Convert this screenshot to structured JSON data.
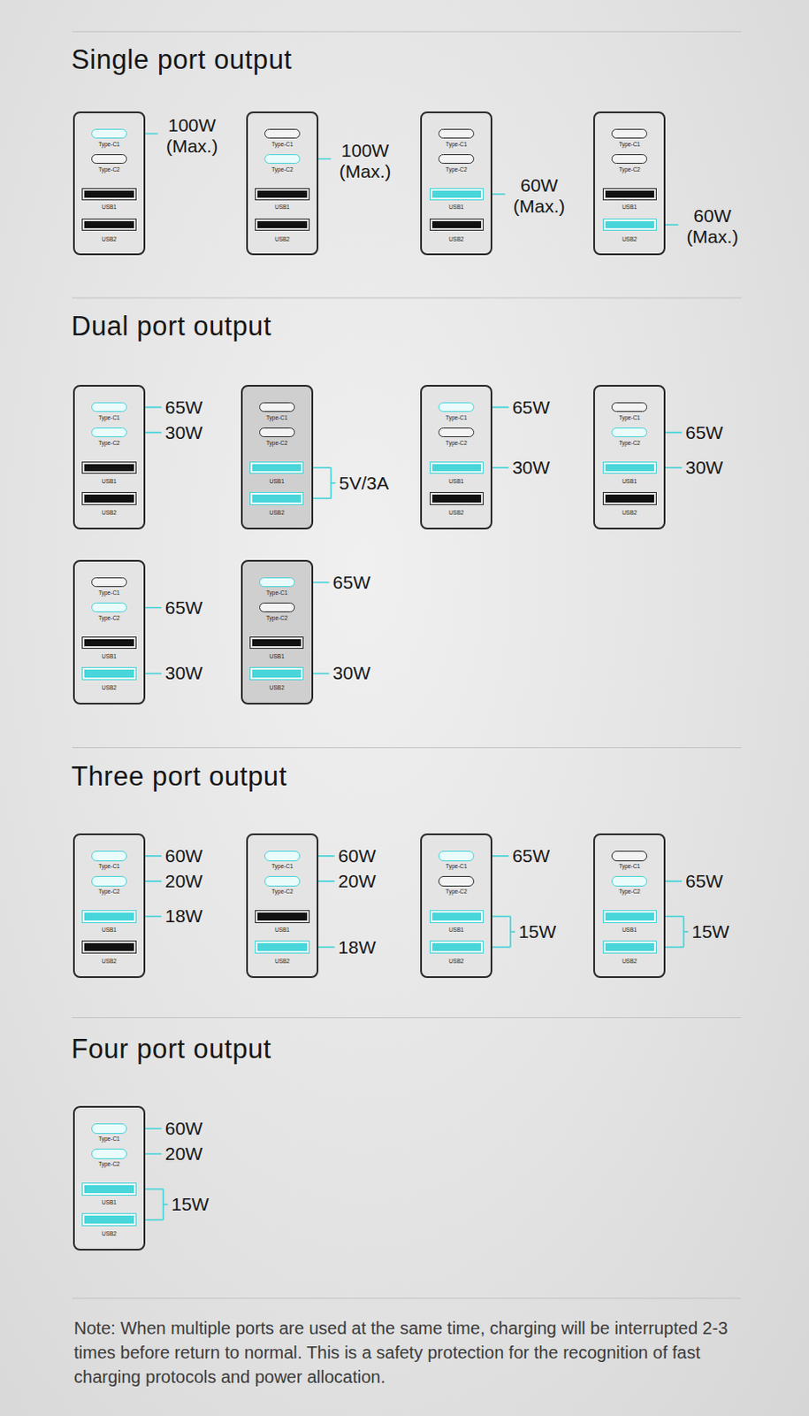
{
  "diagram": {
    "caption": "Note: When multiple ports are used at the same time, charging will be interrupted 2-3 times before return to normal. This is a safety protection for the recognition of fast charging protocols and power allocation.",
    "nodes": [
      {
        "text": [
          "Type-C1",
          "Type-C2",
          "USB1",
          "USB2"
        ]
      },
      {
        "text": [
          "Type-C1",
          "Type-C2",
          "USB1",
          "USB2"
        ]
      },
      {
        "text": [
          "Type-C1",
          "Type-C2",
          "USB1",
          "USB2"
        ]
      },
      {
        "text": [
          "Type-C1",
          "Type-C2",
          "USB1",
          "USB2"
        ]
      },
      {
        "text": [
          "Type-C1",
          "Type-C2",
          "USB1",
          "USB2"
        ]
      },
      {
        "text": [
          "Type-C1",
          "Type-C2",
          "USB1",
          "USB2"
        ]
      },
      {
        "text": [
          "Type-C1",
          "Type-C2",
          "USB1",
          "USB2"
        ]
      },
      {
        "text": [
          "Type-C1",
          "Type-C2",
          "USB1",
          "USB2"
        ]
      },
      {
        "text": [
          "Type-C1",
          "Type-C2",
          "USB1",
          "USB2"
        ]
      },
      {
        "text": [
          "Type-C1",
          "Type-C2",
          "USB1",
          "USB2"
        ]
      },
      {
        "text": [
          "Type-C1",
          "Type-C2",
          "USB1",
          "USB2"
        ]
      },
      {
        "text": [
          "Type-C1",
          "Type-C2",
          "USB1",
          "USB2"
        ]
      },
      {
        "text": [
          "Type-C1",
          "Type-C2",
          "USB1",
          "USB2"
        ]
      },
      {
        "text": [
          "Type-C1",
          "Type-C2",
          "USB1",
          "USB2"
        ]
      },
      {
        "text": [
          "Type-C1",
          "Type-C2",
          "USB1",
          "USB2"
        ]
      }
    ],
    "labels": [
      "Single port output",
      "100W (Max.)",
      "100W (Max.)",
      "60W (Max.)",
      "60W (Max.)",
      "Dual port output",
      "65W",
      "30W",
      "5V/3A",
      "65W",
      "30W",
      "65W",
      "30W",
      "65W",
      "30W",
      "65W",
      "30W",
      "Three port output",
      "60W",
      "20W",
      "18W",
      "60W",
      "20W",
      "18W",
      "65W",
      "15W",
      "65W",
      "15W",
      "Four port output",
      "60W",
      "20W",
      "15W"
    ]
  }
}
